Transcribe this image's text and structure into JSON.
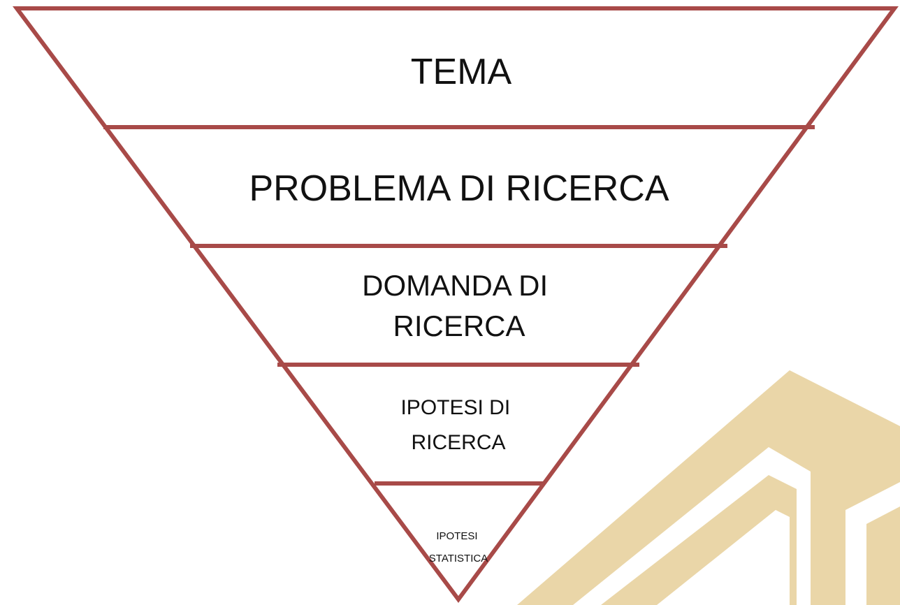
{
  "funnel": {
    "levels": [
      {
        "lines": [
          "TEMA"
        ]
      },
      {
        "lines": [
          "PROBLEMA DI RICERCA"
        ]
      },
      {
        "lines": [
          "DOMANDA DI",
          "RICERCA"
        ]
      },
      {
        "lines": [
          "IPOTESI DI",
          "RICERCA"
        ]
      },
      {
        "lines": [
          "IPOTESI",
          "STATISTICA"
        ]
      }
    ]
  },
  "colors": {
    "outline": "#a84a48",
    "text": "#111111",
    "background": "#ffffff",
    "watermark": "#ead6a8"
  }
}
